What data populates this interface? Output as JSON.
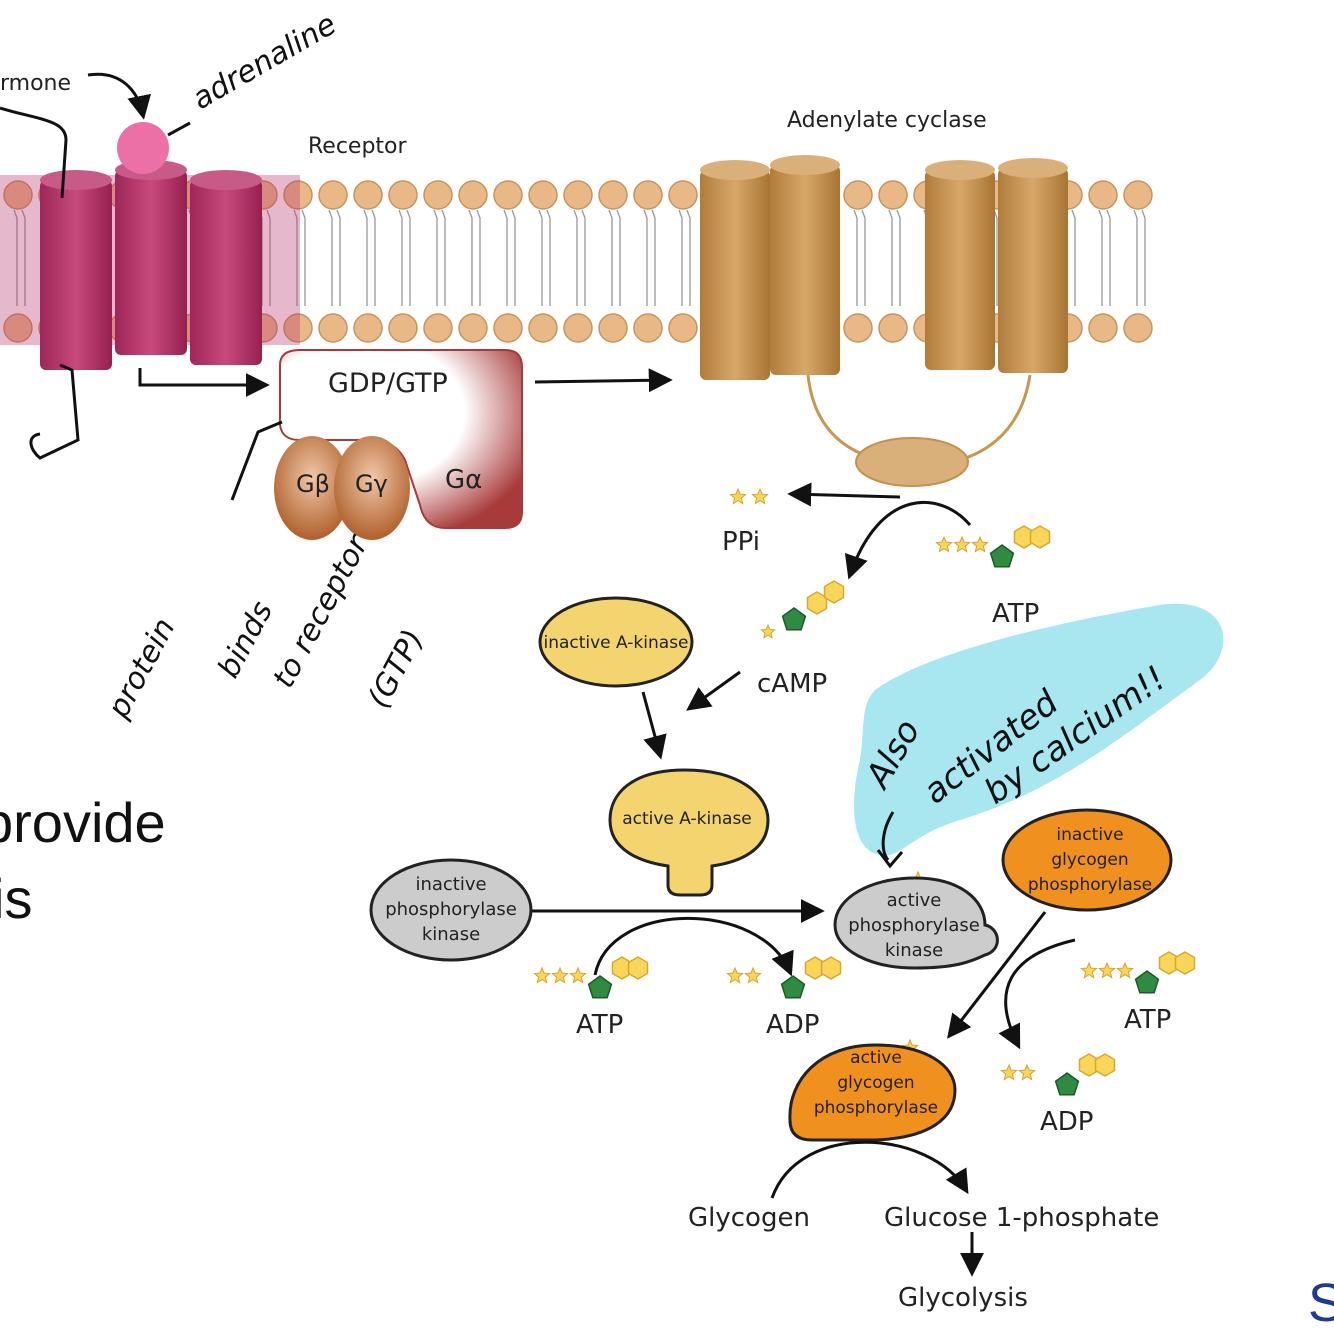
{
  "labels": {
    "hormone": "rmone",
    "receptor": "Receptor",
    "adenylate_cyclase": "Adenylate cyclase",
    "gdp_gtp": "GDP/GTP",
    "g_beta": "Gβ",
    "g_gamma": "Gγ",
    "g_alpha": "Gα",
    "ppi": "PPi",
    "atp_top": "ATP",
    "camp": "cAMP",
    "inactive_a_kinase": "inactive A-kinase",
    "active_a_kinase": "active A-kinase",
    "inactive_phos_kinase": [
      "inactive",
      "phosphorylase",
      "kinase"
    ],
    "active_phos_kinase": [
      "active",
      "phosphorylase",
      "kinase"
    ],
    "inactive_glycogen_phos": [
      "inactive",
      "glycogen",
      "phosphorylase"
    ],
    "active_glycogen_phos": [
      "active",
      "glycogen",
      "phosphorylase"
    ],
    "atp_left": "ATP",
    "adp_left": "ADP",
    "atp_right": "ATP",
    "adp_right": "ADP",
    "glycogen": "Glycogen",
    "glucose_1_phosphate": "Glucose 1-phosphate",
    "glycolysis": "Glycolysis"
  },
  "handwriting": {
    "adrenaline": "adrenaline",
    "protein_note": [
      "protein",
      "binds",
      "to receptor",
      "(GTP)"
    ],
    "calcium_note": [
      "Also",
      "activated",
      "by calcium!!"
    ]
  },
  "slide_text": {
    "line1": "provide",
    "line2": "is",
    "corner": "S"
  },
  "colors": {
    "receptor": "#b8336a",
    "lipid_head": "#e8b887",
    "cyclase": "#c99650",
    "g_protein_dark": "#a83a3a",
    "g_subunit": "#c0703c",
    "yellow_enzyme": "#f3d46e",
    "grey_enzyme": "#cccccc",
    "orange_enzyme": "#f0901e",
    "pentagon": "#2e8b3f",
    "highlight": "#a8e6f0",
    "hormone_ball": "#ec6fa6"
  }
}
